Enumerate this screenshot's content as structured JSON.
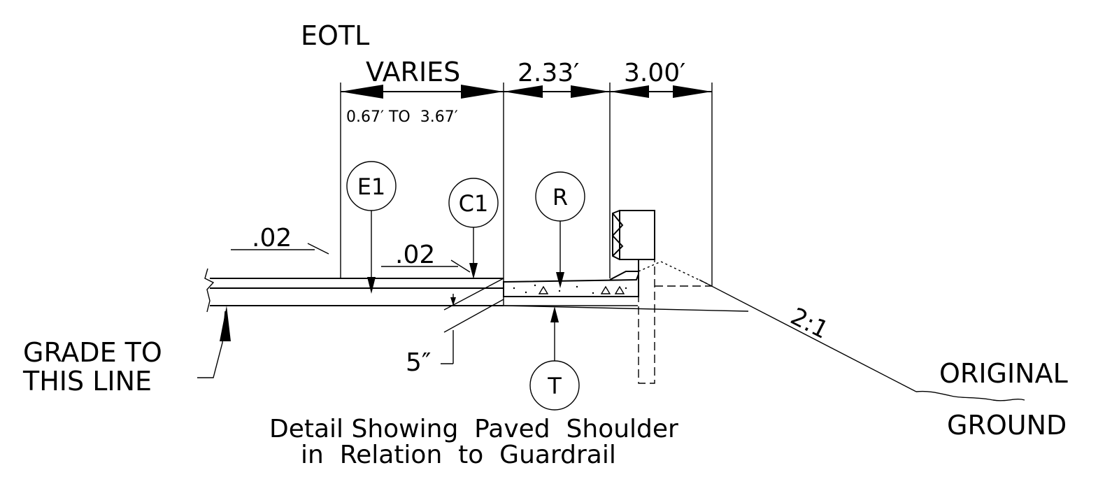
{
  "labels": {
    "eotl": "EOTL",
    "varies": "VARIES",
    "varies_range": "0.67′ TO  3.67′",
    "dim_233": "2.33′",
    "dim_300": "3.00′",
    "slope_left": ".02",
    "slope_mid": ".02",
    "depth": "5″",
    "grade_line_1": "GRADE TO",
    "grade_line_2": "THIS LINE",
    "side_slope": "2:1",
    "original_1": "ORIGINAL",
    "original_2": "GROUND",
    "caption_1": "Detail Showing  Paved  Shoulder",
    "caption_2": "in  Relation  to  Guardrail"
  },
  "callouts": {
    "e1": "E1",
    "c1": "C1",
    "r": "R",
    "t": "T"
  }
}
